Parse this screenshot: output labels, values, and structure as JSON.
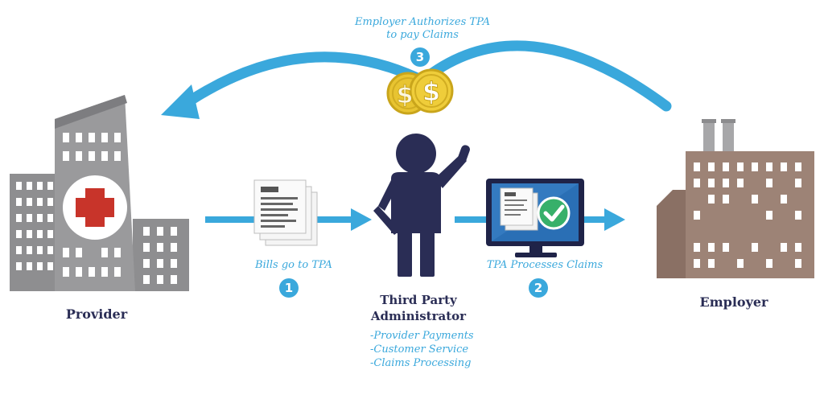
{
  "colors": {
    "accent": "#3aa8dc",
    "navy": "#2a2d55",
    "provider_building": "#8e8e90",
    "employer_building": "#9d8376",
    "cross": "#c8342a",
    "coin": "#e8c431",
    "check": "#37b06a"
  },
  "provider": {
    "label": "Provider"
  },
  "employer": {
    "label": "Employer"
  },
  "tpa": {
    "label_line1": "Third Party",
    "label_line2": "Administrator",
    "services": [
      "-Provider Payments",
      "-Customer Service",
      "-Claims Processing"
    ]
  },
  "steps": [
    {
      "number": "1",
      "caption": "Bills go to TPA"
    },
    {
      "number": "2",
      "caption": "TPA Processes Claims"
    },
    {
      "number": "3",
      "caption_line1": "Employer Authorizes TPA",
      "caption_line2": "to pay Claims"
    }
  ],
  "icons": {
    "hospital": "hospital-building-icon",
    "documents": "documents-icon",
    "person": "person-icon",
    "monitor": "monitor-checkmark-icon",
    "factory": "factory-icon",
    "coins": "dollar-coins-icon"
  }
}
